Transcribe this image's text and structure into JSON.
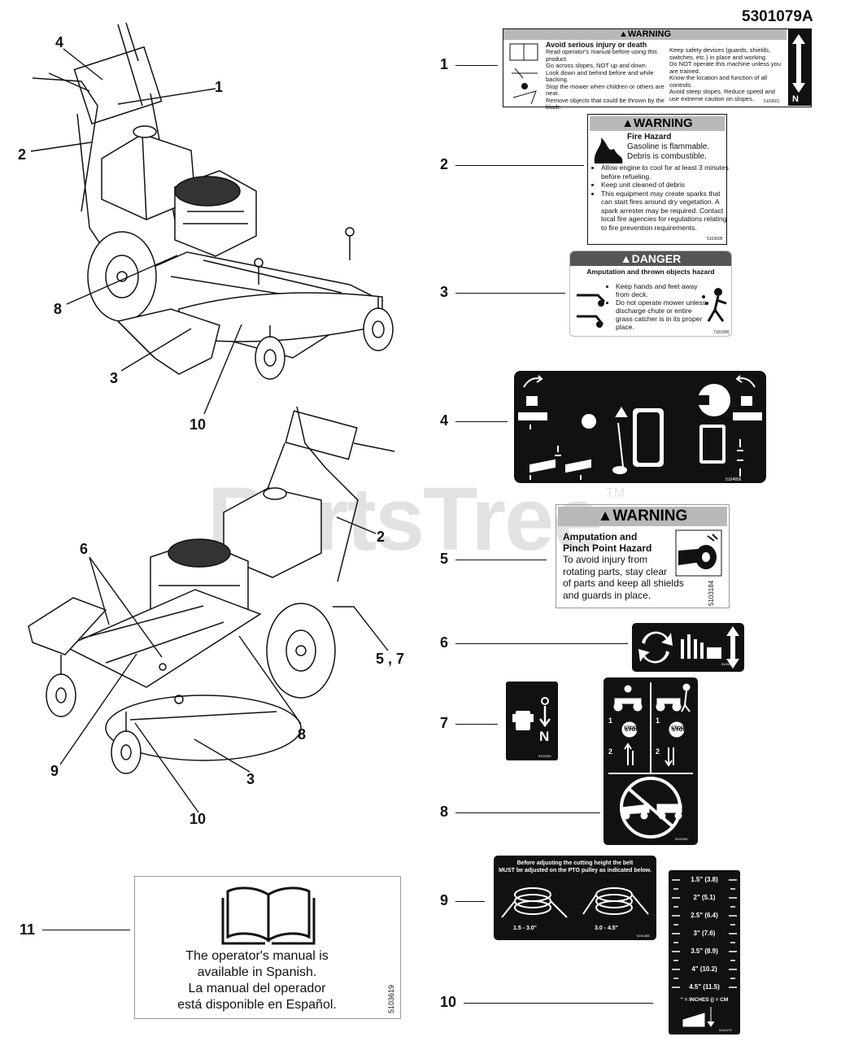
{
  "doc_number": "5301079A",
  "watermark": {
    "text": "PartsTree",
    "tm": "TM"
  },
  "callouts": {
    "upper": [
      "4",
      "1",
      "2",
      "8",
      "3",
      "10"
    ],
    "lower": [
      "6",
      "2",
      "5 , 7",
      "8",
      "9",
      "10",
      "3"
    ],
    "right": [
      "1",
      "2",
      "3",
      "4",
      "5",
      "6",
      "7",
      "8",
      "9",
      "10",
      "11"
    ]
  },
  "decal1": {
    "header": "▲WARNING",
    "title": "Avoid serious injury or death",
    "left": [
      "Read operator's manual before using this product.",
      "Go across slopes, NOT up and down.",
      "Look down and behind before and while backing.",
      "Stop the mower when children or others are near.",
      "Remove objects that could be thrown by the blade."
    ],
    "right": [
      "Keep safety devices (guards, shields, switches, etc.) in place and working.",
      "Do NOT operate this machine unless you are trained.",
      "Know the location and function of all controls.",
      "Avoid steep slopes. Reduce speed and use extreme caution on slopes."
    ],
    "side_letter": "N",
    "part_no": "5103601"
  },
  "decal2": {
    "header": "▲WARNING",
    "title": "Fire Hazard",
    "intro": [
      "Gasoline is flammable.",
      "Debris is combustible."
    ],
    "items": [
      "Allow engine to cool for at least 3 minutes before refueling.",
      "Keep unit cleaned of debris",
      "This equipment may create sparks that can start fires around dry vegetation. A spark arrester may be required. Contact local fire agencies for regulations relating to fire prevention requirements."
    ],
    "part_no": "5103605"
  },
  "decal3": {
    "header": "▲DANGER",
    "title": "Amputation and thrown objects hazard",
    "items": [
      "Keep hands and feet away from deck.",
      "Do not operate mower unless discharge chute or entire grass catcher is in its proper place."
    ],
    "part_no": "7101990"
  },
  "decal4": {
    "part_no": "5104806"
  },
  "decal5": {
    "header": "▲WARNING",
    "title_line1": "Amputation and",
    "title_line2": "Pinch Point Hazard",
    "body": [
      "To avoid injury from",
      "rotating parts, stay clear",
      "of parts and keep all shields",
      "and guards in place."
    ],
    "part_no": "5103184"
  },
  "decal6": {
    "part_no": "5103187"
  },
  "decal7": {
    "letter": "N",
    "part_no": "5102490"
  },
  "decal8": {
    "steps": [
      "1",
      "1",
      "2",
      "2"
    ],
    "stop": [
      "STOP",
      "STOP"
    ],
    "part_no": "5103180"
  },
  "decal9": {
    "line1": "Before adjusting the cutting height the belt",
    "line2": "MUST be adjusted on the PTO pulley as indicated below.",
    "left_range": "1.5 - 3.0\"",
    "right_range": "3.0 - 4.5\"",
    "part_no": "5101488"
  },
  "decal10": {
    "heights": [
      "1.5\" (3.8)",
      "2\" (5.1)",
      "2.5\" (6.4)",
      "3\" (7.6)",
      "3.5\" (8.9)",
      "4\" (10.2)",
      "4.5\" (11.5)"
    ],
    "legend": "\" = INCHES  () = CM",
    "part_no": "5101479"
  },
  "decal11": {
    "lines": [
      "The operator's manual is",
      "available in Spanish.",
      "La manual del operador",
      "está disponible en Español."
    ],
    "part_no": "5103619"
  }
}
